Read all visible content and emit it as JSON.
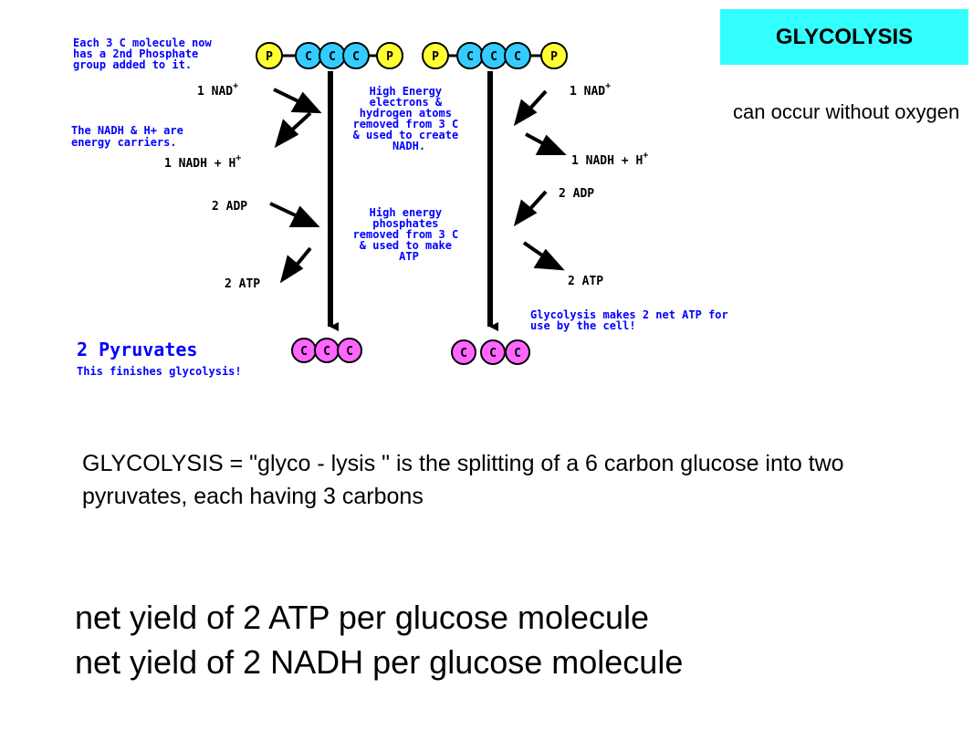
{
  "title": "GLYCOLYSIS",
  "side_note": "can occur without oxygen",
  "colors": {
    "title_bg": "#33ffff",
    "phosphate": "#ffff33",
    "carbon_top": "#33ccff",
    "carbon_pyruvate": "#ff66ff",
    "note_text": "#0000ff",
    "label_text": "#000000"
  },
  "diagram": {
    "note_phosphate": [
      "Each 3 C molecule now",
      "has a 2nd Phosphate",
      "group added to it."
    ],
    "note_nadh_carriers": [
      "The NADH & H+ are",
      "energy carriers."
    ],
    "note_high_energy_electrons": [
      "High Energy",
      "electrons &",
      "hydrogen atoms",
      "removed from 3 C",
      "& used to create",
      "NADH."
    ],
    "note_high_energy_phosphates": [
      "High energy",
      "phosphates",
      "removed from 3 C",
      "& used to make",
      "ATP"
    ],
    "note_net_atp": [
      "Glycolysis makes 2 net ATP for",
      "use by the cell!"
    ],
    "pyruvates_title": "2 Pyruvates",
    "pyruvates_subtitle": "This finishes glycolysis!",
    "phosphate_symbol": "P",
    "carbon_symbol": "C",
    "left_labels": {
      "nad": "1 NAD",
      "nadh": "1 NADH  + H",
      "adp": "2 ADP",
      "atp": "2 ATP"
    },
    "right_labels": {
      "nad": "1 NAD",
      "nadh": "1 NADH  + H",
      "adp": "2 ADP",
      "atp": "2 ATP"
    },
    "superscript": "+"
  },
  "definition": "GLYCOLYSIS   =  \"glyco - lysis \"  is the splitting of a 6 carbon glucose into two pyruvates,  each having 3 carbons",
  "yield_lines": [
    "net yield of 2 ATP per glucose molecule",
    "net yield of 2 NADH per glucose molecule"
  ]
}
